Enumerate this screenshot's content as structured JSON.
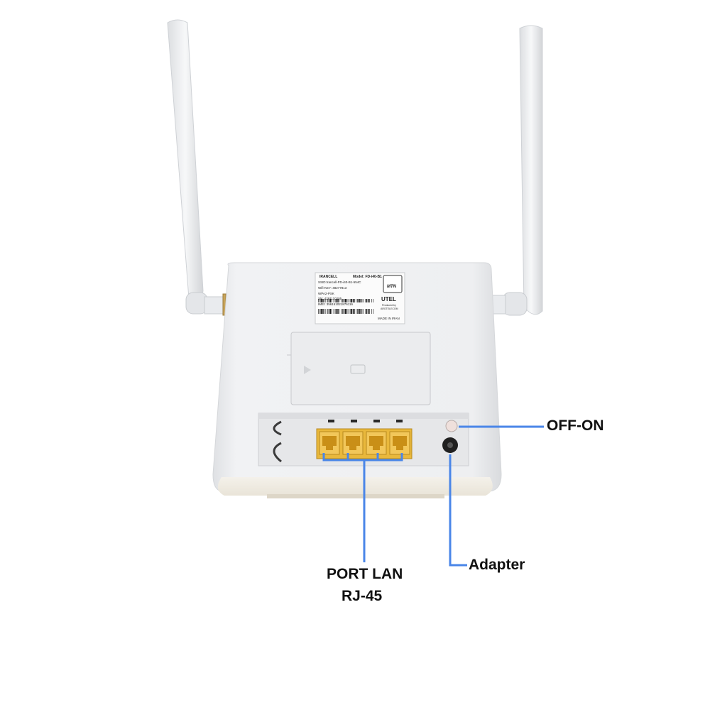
{
  "colors": {
    "background": "#ffffff",
    "callout_line": "#4a86e8",
    "port_yellow": "#e9b83c",
    "device_body": "#eff0f2"
  },
  "callouts": {
    "power_switch": "OFF-ON",
    "adapter": "Adapter",
    "lan_line1": "PORT LAN",
    "lan_line2": "RJ-45"
  },
  "sticker": {
    "brand": "IRANCELL",
    "model": "Model: FD-i40-B1",
    "ssid": "SSID:Irancell-FD-i40-B1-554C",
    "wifi_key": "Wifi-KEY: 48277813",
    "security": "WPA2-PSK",
    "sn": "SN: 4291110205",
    "imei": "IMEI: 356151021876116",
    "operator_logo": "MTN",
    "maker_logo": "UTEL",
    "produced_by": "Produced by",
    "producer": "ARGTELECOM",
    "made_in": "MADE IN IRAN"
  },
  "ports": {
    "lan_count": 4
  }
}
